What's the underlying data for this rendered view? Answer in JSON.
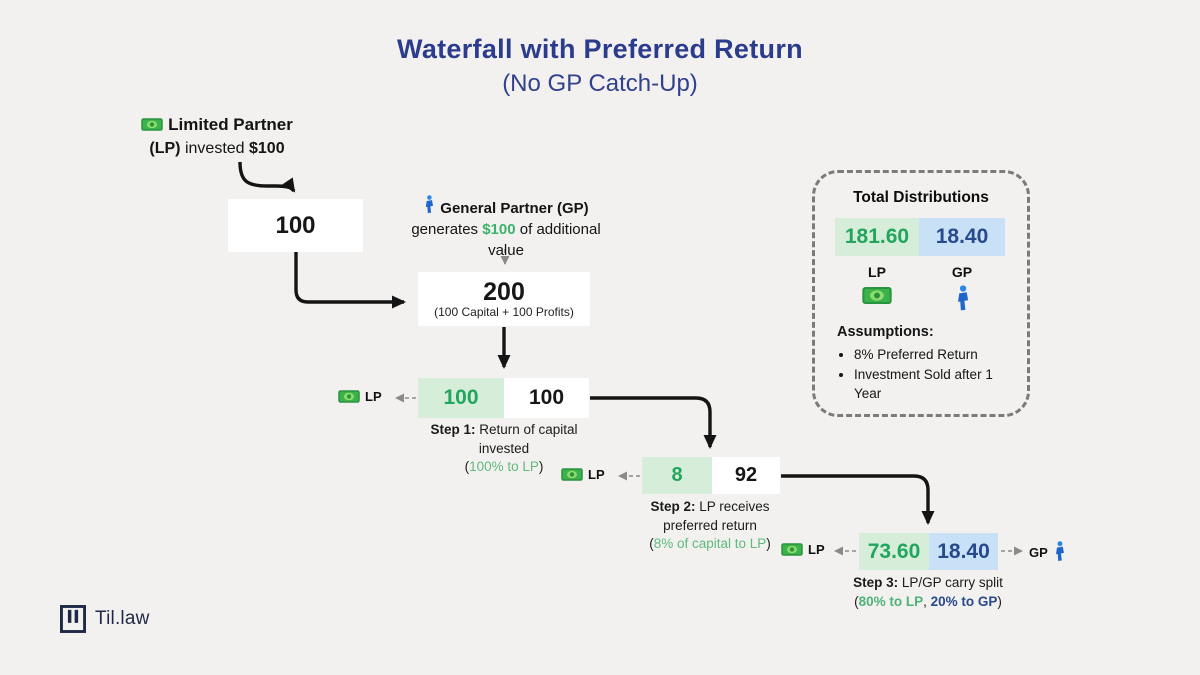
{
  "title": {
    "main": "Waterfall with Preferred Return",
    "subtitle": "(No GP Catch-Up)"
  },
  "colors": {
    "accent_green": "#22a55d",
    "accent_blue": "#27498e",
    "light_green_bg": "#d6eed9",
    "light_blue_bg": "#c9e1f6",
    "title_navy": "#2c3c8d"
  },
  "lp_note": {
    "name": "Limited Partner",
    "line2_bold1": "(LP)",
    "line2_mid": " invested ",
    "line2_bold2": "$100",
    "icon": "money-banknote-icon"
  },
  "gp_note": {
    "name": "General Partner (GP)",
    "line2_pre": "generates ",
    "line2_green": "$100",
    "line2_post": " of additional",
    "line3": "value",
    "icon": "person-icon"
  },
  "box_initial": {
    "value": "100"
  },
  "box_total": {
    "value": "200",
    "caption": "(100 Capital + 100 Profits)"
  },
  "steps": [
    {
      "lp_value": "100",
      "other_value": "100",
      "tag_lp": "LP",
      "label_bold": "Step 1:",
      "label_rest": " Return of capital invested",
      "detail_open": "(",
      "detail_green": "100% to LP",
      "detail_close": ")"
    },
    {
      "lp_value": "8",
      "other_value": "92",
      "tag_lp": "LP",
      "label_bold": "Step 2:",
      "label_rest": " LP receives preferred return",
      "detail_open": "(",
      "detail_green": "8% of capital to LP",
      "detail_close": ")"
    },
    {
      "lp_value": "73.60",
      "gp_value": "18.40",
      "tag_lp": "LP",
      "tag_gp": "GP",
      "label_bold": "Step 3:",
      "label_rest": " LP/GP carry split",
      "detail_open": "(",
      "detail_green": "80% to LP",
      "detail_sep": ", ",
      "detail_blue": "20% to GP",
      "detail_close": ")"
    }
  ],
  "summary": {
    "title": "Total Distributions",
    "lp_total": "181.60",
    "gp_total": "18.40",
    "lp_label": "LP",
    "gp_label": "GP",
    "assumptions_title": "Assumptions:",
    "assumptions": [
      "8% Preferred Return",
      "Investment Sold after 1 Year"
    ]
  },
  "footer": {
    "brand": "Til.law"
  }
}
